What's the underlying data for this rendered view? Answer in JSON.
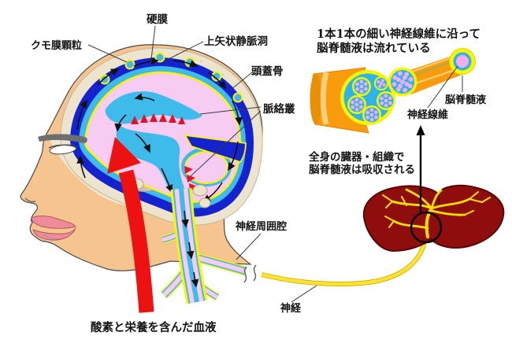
{
  "figure": {
    "type": "anatomical-diagram",
    "language": "ja",
    "labels": {
      "arachnoid_granulation": "クモ膜顆粒",
      "dura_mater": "硬膜",
      "superior_sagittal_sinus": "上矢状静脈洞",
      "skull": "頭蓋骨",
      "choroid_plexus": "脈絡叢",
      "perineural_space": "神経周囲腔",
      "oxygen_blood": "酸素と栄養を含んだ血液",
      "nerve": "神経",
      "csf": "脳脊髄液",
      "nerve_fiber": "神経線維"
    },
    "captions": {
      "flow_line1": "1本1本の細い神経線維に沿って",
      "flow_line2": "脳脊髄液は流れている",
      "absorb_line1": "全身の臓器・組織で",
      "absorb_line2": "脳脊髄液は吸収される"
    },
    "colors": {
      "skin": "#F5C48F",
      "skull_bone": "#EDE4CE",
      "dura_blue": "#1523CE",
      "csf_cyan": "#3EBBEB",
      "brain_pink": "#F6CCF2",
      "membrane_yellow": "#FFF200",
      "plexus_red": "#E31226",
      "artery_red": "#EE1111",
      "liver_red": "#8F0D0D",
      "nerve_cord_yellow": "#FFE335",
      "nerve_trunk_orange": "#F89C0D",
      "fiber_pink": "#F2AEEC"
    }
  }
}
